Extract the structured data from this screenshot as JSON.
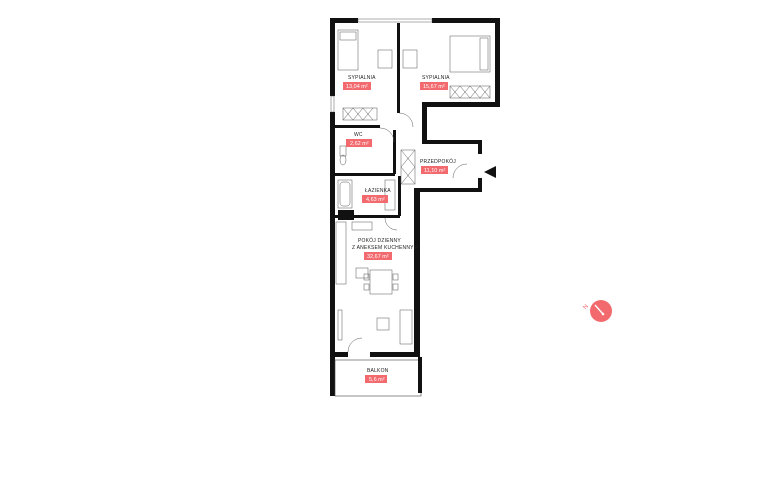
{
  "rooms": {
    "bedroom1": {
      "name": "SYPIALNIA",
      "area": "13,04 m²"
    },
    "bedroom2": {
      "name": "SYPIALNIA",
      "area": "15,67 m²"
    },
    "wc": {
      "name": "WC",
      "area": "2,62 m²"
    },
    "hall": {
      "name": "PRZEDPOKÓJ",
      "area": "11,10 m²"
    },
    "bathroom": {
      "name": "ŁAZIENKA",
      "area": "4,63 m²"
    },
    "living": {
      "name_line1": "POKÓJ DZIENNY",
      "name_line2": "Z ANEKSEM KUCHENNYM",
      "area": "32,67 m²"
    },
    "balcony": {
      "name": "BALKON",
      "area": "5,6 m²"
    }
  },
  "compass": {
    "letter": "N"
  },
  "colors": {
    "accent": "#f26a6e",
    "walls": "#111111"
  }
}
